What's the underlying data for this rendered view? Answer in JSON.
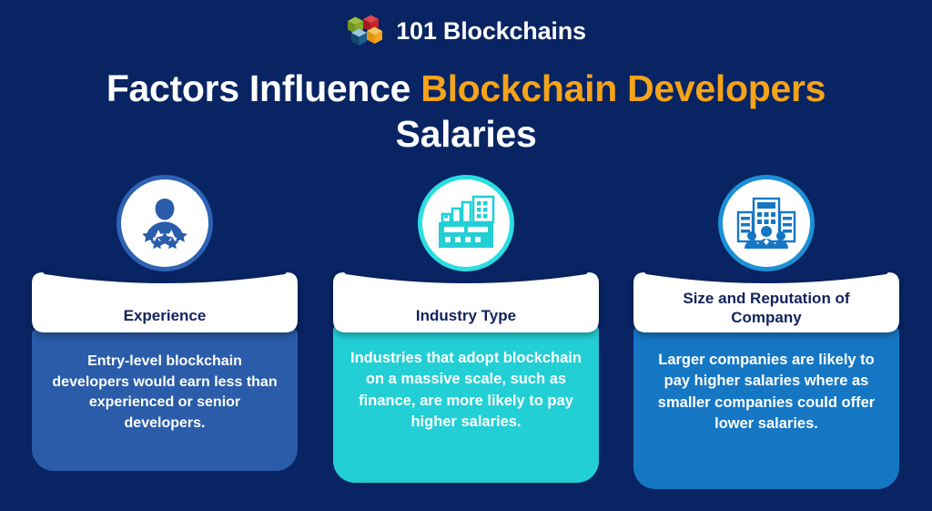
{
  "brand": {
    "name": "101 Blockchains",
    "logo_icon": "four-cubes-logo-icon",
    "cube_colors": {
      "green": "#7BA428",
      "red": "#C9252C",
      "blue": "#1C5E8C",
      "orange": "#F5A81C"
    }
  },
  "headline": {
    "part1": "Factors Influence ",
    "accent": "Blockchain Developers",
    "part2": " Salaries",
    "full_text": "Factors Influence Blockchain Developers Salaries"
  },
  "colors": {
    "background": "#082463",
    "accent_gold": "#F5A318",
    "title_text": "#12235C",
    "card1": "#2A5CAA",
    "card2": "#22CFD5",
    "card3": "#1577C4",
    "ring1": "#2E62B3",
    "ring2": "#2ADDE0",
    "ring3": "#1E8FD6"
  },
  "factors": [
    {
      "icon": "person-with-five-stars-icon",
      "icon_color": "#2A5CAA",
      "title": "Experience",
      "description": "Entry-level blockchain developers would earn less than experienced or senior developers."
    },
    {
      "icon": "factory-industry-building-icon",
      "icon_color": "#22CFD5",
      "title": "Industry Type",
      "description": "Industries that adopt blockchain on a massive scale, such as finance, are more likely to pay higher salaries."
    },
    {
      "icon": "office-building-with-people-icon",
      "icon_color": "#1577C4",
      "title": "Size and Reputation of Company",
      "description": "Larger companies are likely to pay higher salaries where as smaller companies could offer lower salaries."
    }
  ]
}
